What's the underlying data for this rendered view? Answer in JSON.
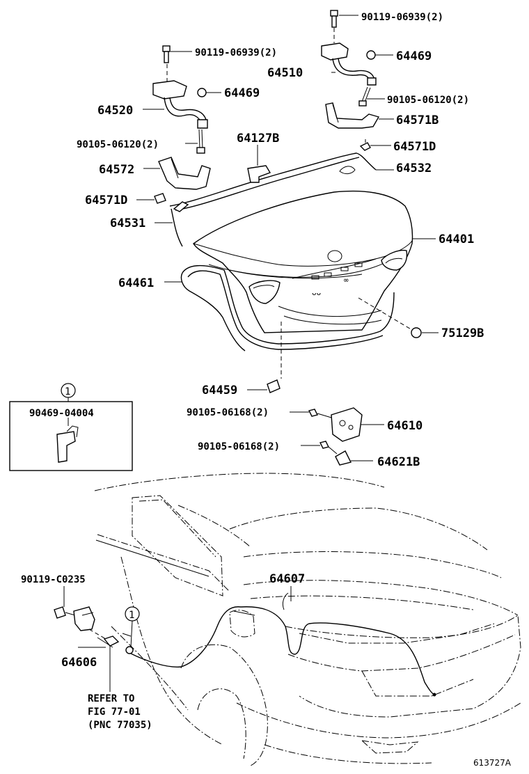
{
  "labels": {
    "p_90119_06939_right": "90119-06939(2)",
    "p_64469_right": "64469",
    "p_64510": "64510",
    "p_90105_06120_right": "90105-06120(2)",
    "p_64571B": "64571B",
    "p_64571D_right": "64571D",
    "p_64532": "64532",
    "p_90119_06939_left": "90119-06939(2)",
    "p_64469_left": "64469",
    "p_64520": "64520",
    "p_90105_06120_left": "90105-06120(2)",
    "p_64127B": "64127B",
    "p_64572": "64572",
    "p_64571D_left": "64571D",
    "p_64531": "64531",
    "p_64401": "64401",
    "p_64461": "64461",
    "p_75129B": "75129B",
    "p_64459": "64459",
    "p_90105_06168_a": "90105-06168(2)",
    "p_64610": "64610",
    "p_90105_06168_b": "90105-06168(2)",
    "p_64621B": "64621B",
    "p_64607": "64607",
    "p_90119_C0235": "90119-C0235",
    "p_64606": "64606",
    "refer_line1": "REFER TO",
    "refer_line2": "FIG 77-01",
    "refer_line3": "(PNC 77035)",
    "inset_marker": "1",
    "inset_part": "90469-04004",
    "cable_marker": "1",
    "figure_id": "613727A"
  }
}
